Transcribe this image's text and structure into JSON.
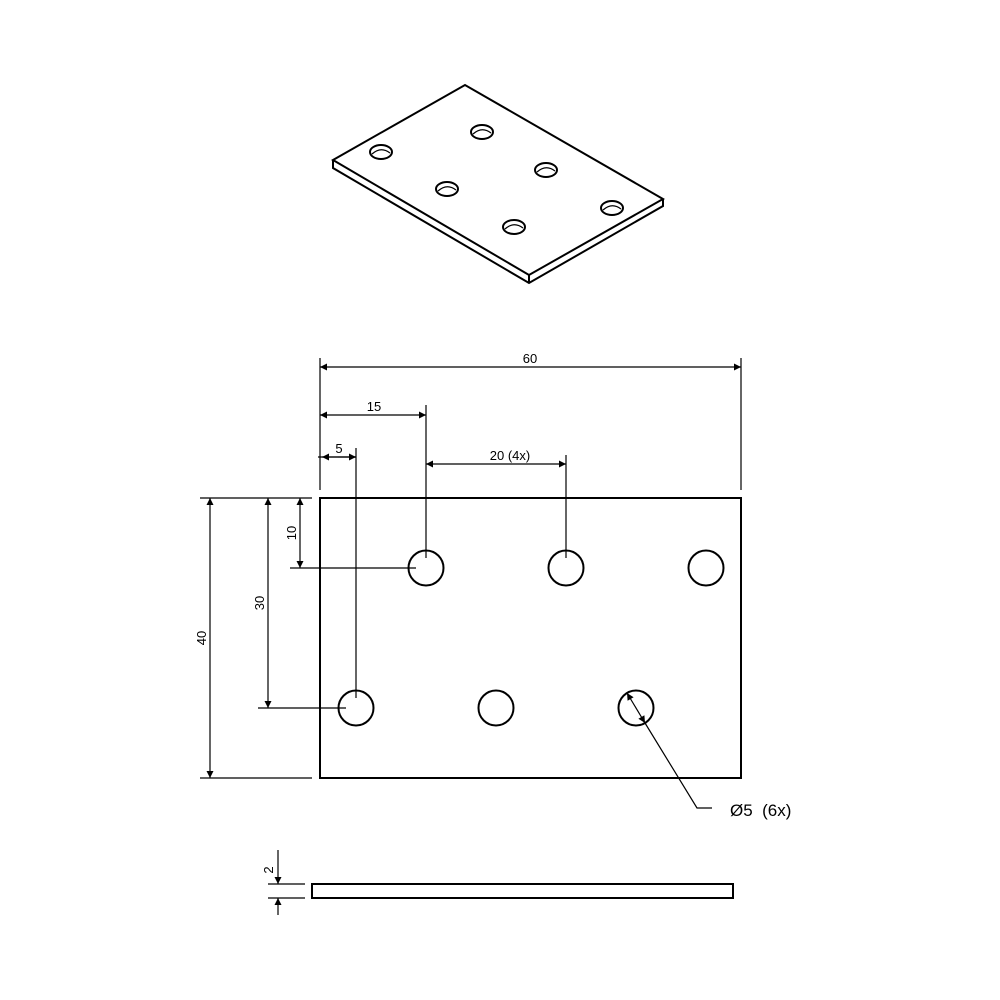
{
  "dimensions": {
    "overall_width": "60",
    "first_hole_offset": "15",
    "lower_hole_offset": "5",
    "hole_pitch": "20 (4x)",
    "top_row_offset": "10",
    "row_offset": "30",
    "overall_height": "40",
    "hole_callout": "Ø5  (6x)",
    "thickness": "2"
  },
  "colors": {
    "line": "#000000",
    "background": "#ffffff"
  }
}
